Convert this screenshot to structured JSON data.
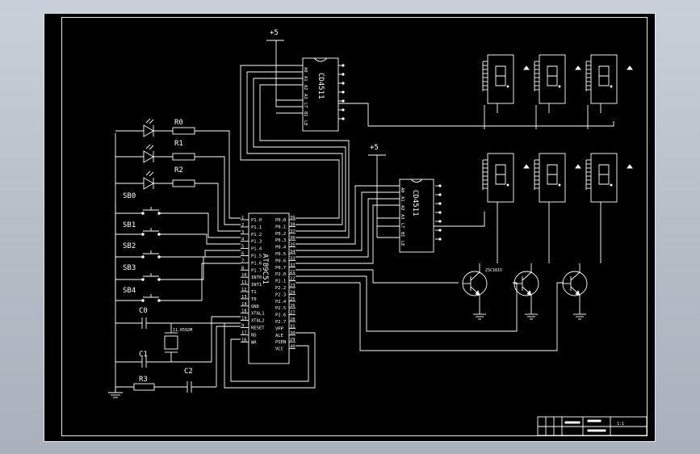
{
  "supply": {
    "top": "+5",
    "mid": "+5"
  },
  "decoders": [
    {
      "label": "CD4511"
    },
    {
      "label": "CD4511"
    }
  ],
  "decoder_pins": [
    "A0",
    "A1",
    "A2",
    "A3",
    "LT",
    "BI",
    "LE"
  ],
  "mcu": {
    "label": "AT89C51",
    "left_pins": [
      {
        "n": "1",
        "name": "P1.0"
      },
      {
        "n": "2",
        "name": "P1.1"
      },
      {
        "n": "3",
        "name": "P1.2"
      },
      {
        "n": "4",
        "name": "P1.3"
      },
      {
        "n": "5",
        "name": "P1.4"
      },
      {
        "n": "6",
        "name": "P1.5"
      },
      {
        "n": "7",
        "name": "P1.6"
      },
      {
        "n": "8",
        "name": "P1.7"
      },
      {
        "n": "10",
        "name": "INT0"
      },
      {
        "n": "11",
        "name": "INT1"
      },
      {
        "n": "12",
        "name": "T1"
      },
      {
        "n": "13",
        "name": "T0"
      },
      {
        "n": "14",
        "name": "GND"
      },
      {
        "n": "18",
        "name": "XTAL1"
      },
      {
        "n": "19",
        "name": "XTAL2"
      },
      {
        "n": "9",
        "name": "RESET"
      },
      {
        "n": "17",
        "name": "RD"
      },
      {
        "n": "16",
        "name": "WR"
      }
    ],
    "right_pins": [
      {
        "n": "39",
        "name": "P0.0"
      },
      {
        "n": "38",
        "name": "P0.1"
      },
      {
        "n": "37",
        "name": "P0.2"
      },
      {
        "n": "36",
        "name": "P0.3"
      },
      {
        "n": "35",
        "name": "P0.4"
      },
      {
        "n": "34",
        "name": "P0.5"
      },
      {
        "n": "33",
        "name": "P0.6"
      },
      {
        "n": "32",
        "name": "P0.7"
      },
      {
        "n": "21",
        "name": "P2.0"
      },
      {
        "n": "22",
        "name": "P2.1"
      },
      {
        "n": "23",
        "name": "P2.2"
      },
      {
        "n": "24",
        "name": "P2.3"
      },
      {
        "n": "25",
        "name": "P2.4"
      },
      {
        "n": "26",
        "name": "P2.5"
      },
      {
        "n": "27",
        "name": "P2.6"
      },
      {
        "n": "28",
        "name": "P2.7"
      },
      {
        "n": "31",
        "name": "VPP"
      },
      {
        "n": "30",
        "name": "ALE"
      },
      {
        "n": "29",
        "name": "PSEN"
      },
      {
        "n": "40",
        "name": "VCC"
      }
    ]
  },
  "resistors": [
    {
      "label": "R0"
    },
    {
      "label": "R1"
    },
    {
      "label": "R2"
    },
    {
      "label": "R3"
    }
  ],
  "switches": [
    {
      "label": "SB0"
    },
    {
      "label": "SB1"
    },
    {
      "label": "SB2"
    },
    {
      "label": "SB3"
    },
    {
      "label": "SB4"
    }
  ],
  "capacitors": [
    {
      "label": "C0"
    },
    {
      "label": "C1"
    },
    {
      "label": "C2"
    }
  ],
  "crystal": {
    "label": "11.0592M"
  },
  "transistor_label": "2SC1815",
  "title_block": {
    "text": "1:1"
  },
  "colors": {
    "sheet": "#000000",
    "ink": "#ffffff",
    "desktop": "#b8c0ca"
  }
}
